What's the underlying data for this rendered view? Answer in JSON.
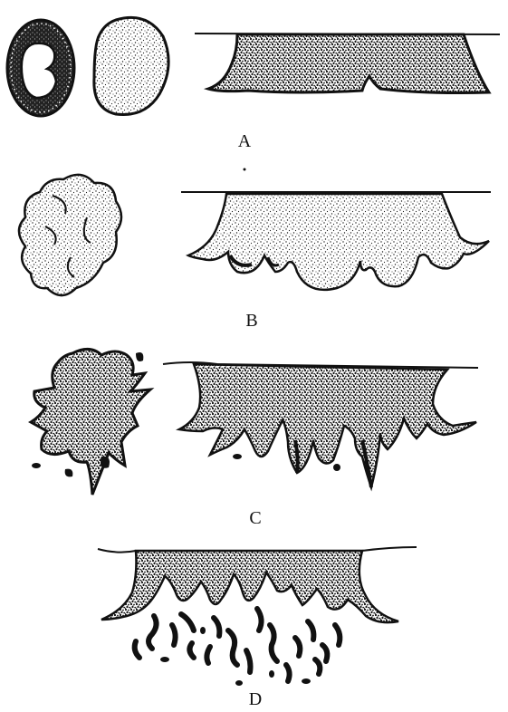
{
  "figure": {
    "panels": [
      {
        "id": "A",
        "label": "A"
      },
      {
        "id": "B",
        "label": "B"
      },
      {
        "id": "C",
        "label": "C"
      },
      {
        "id": "D",
        "label": "D"
      }
    ]
  },
  "colors": {
    "ink": "#111111",
    "paper": "#ffffff",
    "stipple": "#1a1a1a"
  }
}
